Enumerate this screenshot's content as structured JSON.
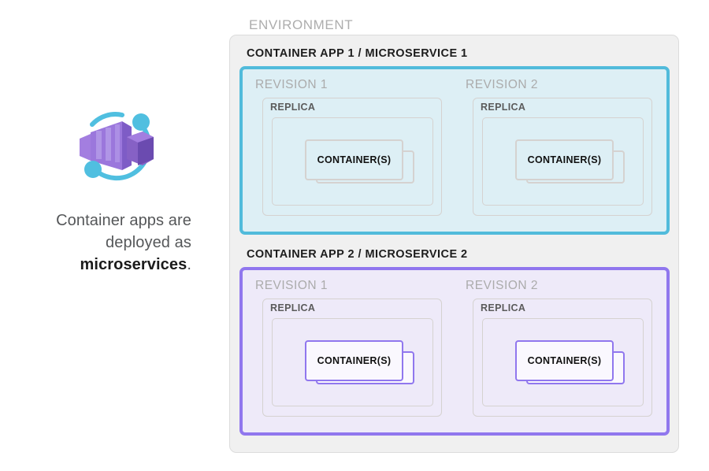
{
  "caption": {
    "line1": "Container apps are",
    "line2": "deployed as",
    "line3_strong": "microservices",
    "line3_punct": "."
  },
  "icon": {
    "name": "azure-container-apps-icon",
    "purple": "#8661C5",
    "purple_light": "#A37EE0",
    "purple_dark": "#6B4BB0",
    "accent_cyan": "#50BFE0"
  },
  "environment": {
    "label": "ENVIRONMENT",
    "panel_bg": "#F0F0F0",
    "panel_border": "#DCDCDC"
  },
  "apps": [
    {
      "header": "CONTAINER APP 1 / MICROSERVICE 1",
      "accent": "#51BBDB",
      "fill": "#DDEFF5",
      "revisions": [
        {
          "label": "REVISION 1",
          "replica_label": "REPLICA",
          "container_label": "CONTAINER(S)"
        },
        {
          "label": "REVISION 2",
          "replica_label": "REPLICA",
          "container_label": "CONTAINER(S)"
        }
      ]
    },
    {
      "header": "CONTAINER APP 2 / MICROSERVICE 2",
      "accent": "#9077EE",
      "fill": "#EEEAF9",
      "revisions": [
        {
          "label": "REVISION 1",
          "replica_label": "REPLICA",
          "container_label": "CONTAINER(S)"
        },
        {
          "label": "REVISION 2",
          "replica_label": "REPLICA",
          "container_label": "CONTAINER(S)"
        }
      ]
    }
  ]
}
